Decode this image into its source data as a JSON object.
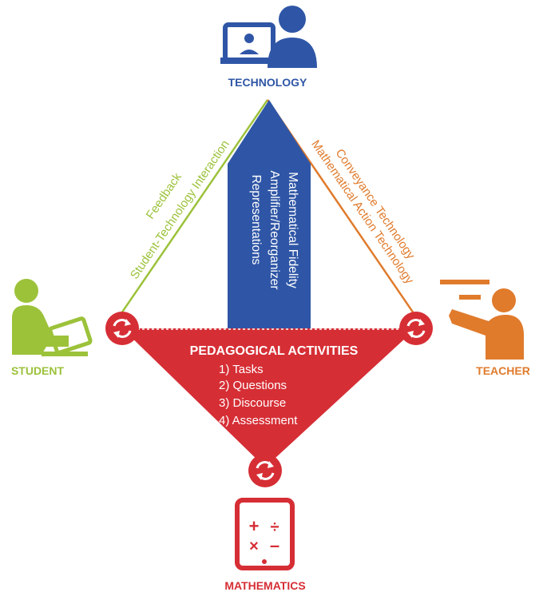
{
  "colors": {
    "technology": "#2f56a6",
    "student": "#9cc23a",
    "teacher": "#e07b2c",
    "mathematics": "#d62e35",
    "activities": "#d62e35"
  },
  "nodes": {
    "technology": {
      "label": "TECHNOLOGY",
      "icon": "presenter-screen-icon"
    },
    "student": {
      "label": "STUDENT",
      "icon": "student-at-desk-icon"
    },
    "teacher": {
      "label": "TEACHER",
      "icon": "teacher-pointing-icon"
    },
    "mathematics": {
      "label": "MATHEMATICS",
      "icon": "math-tablet-icon"
    }
  },
  "edges": {
    "student_technology": {
      "line1": "Feedback",
      "line2": "Student-Technology Interaction"
    },
    "teacher_technology": {
      "line1": "Conveyance Technology",
      "line2": "Mathematical Action Technology"
    }
  },
  "technology_arrow": {
    "items": [
      "Mathematical Fidelity",
      "Amplifier/Reorganizer",
      "Representations"
    ]
  },
  "activities": {
    "title": "PEDAGOGICAL ACTIVITIES",
    "items": [
      "1) Tasks",
      "2) Questions",
      "3) Discourse",
      "4) Assessment"
    ]
  }
}
